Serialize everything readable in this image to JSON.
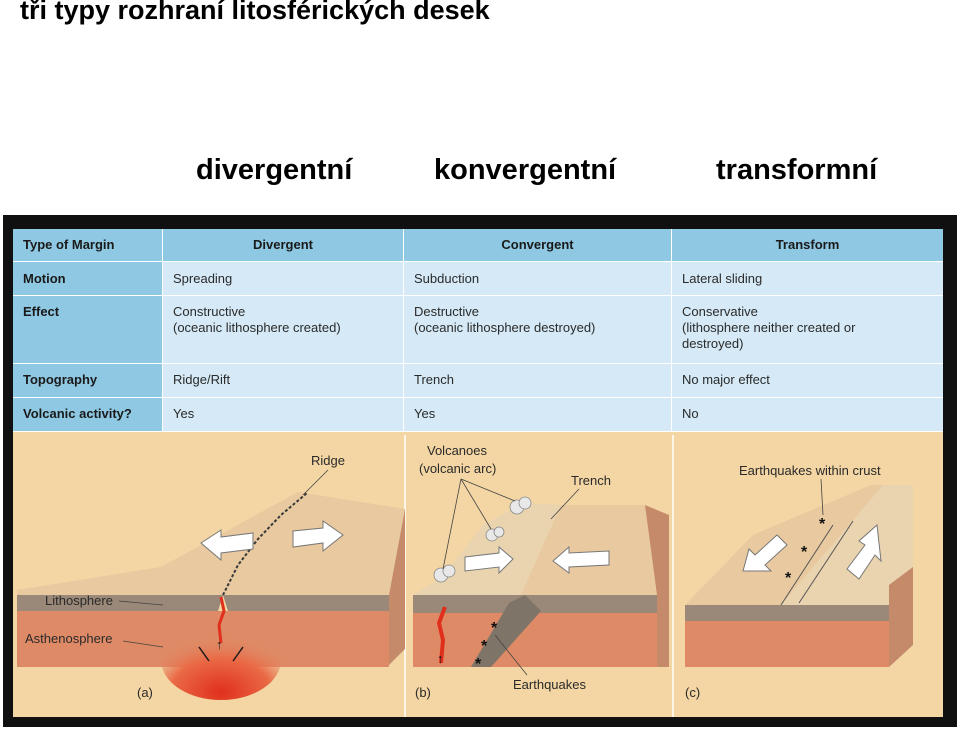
{
  "slide": {
    "title": "tři typy rozhraní litosférických desek",
    "columns": [
      "divergentní",
      "konvergentní",
      "transformní"
    ]
  },
  "table": {
    "header": [
      "Type of Margin",
      "Divergent",
      "Convergent",
      "Transform"
    ],
    "rows": [
      {
        "label": "Motion",
        "cells": [
          "Spreading",
          "Subduction",
          "Lateral sliding"
        ]
      },
      {
        "label": "Effect",
        "cells": [
          "Constructive\n(oceanic lithosphere created)",
          "Destructive\n(oceanic lithosphere destroyed)",
          "Conservative\n(lithosphere neither created or\ndestroyed)"
        ]
      },
      {
        "label": "Topography",
        "cells": [
          "Ridge/Rift",
          "Trench",
          "No major effect"
        ]
      },
      {
        "label": "Volcanic activity?",
        "cells": [
          "Yes",
          "Yes",
          "No"
        ]
      }
    ]
  },
  "diagram": {
    "panel_a": {
      "letter": "(a)",
      "ridge": "Ridge",
      "lithosphere": "Lithosphere",
      "asthenosphere": "Asthenosphere"
    },
    "panel_b": {
      "letter": "(b)",
      "volcanoes_1": "Volcanoes",
      "volcanoes_2": "(volcanic arc)",
      "trench": "Trench",
      "earthquakes": "Earthquakes"
    },
    "panel_c": {
      "letter": "(c)",
      "earthquakes_crust": "Earthquakes within crust"
    }
  },
  "colors": {
    "table_header": "#8fc8e2",
    "table_cell": "#d5eaf6",
    "background": "#f3d6a4",
    "crust_top": "#e8c9a0",
    "lithosphere": "#9a8878",
    "asthenosphere": "#df8a66",
    "magma": "#e0301c"
  }
}
